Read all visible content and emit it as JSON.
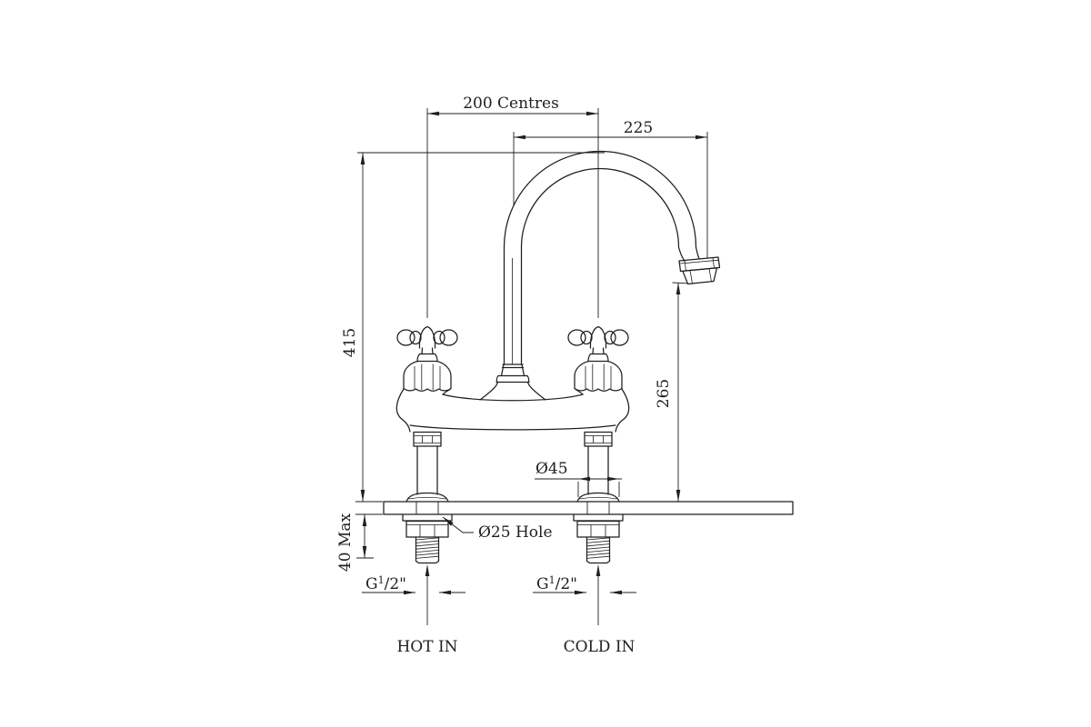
{
  "drawing": {
    "colors": {
      "line": "#1f1f1f",
      "background": "#ffffff"
    },
    "dimensions": {
      "centres": "200 Centres",
      "reach": "225",
      "overall_height": "415",
      "outlet_height": "265",
      "flange_diameter": "Ø45",
      "hole_note": "Ø25 Hole",
      "deck_max": "40 Max",
      "thread": {
        "g": "G",
        "sup": "1",
        "rest": "/2\""
      }
    },
    "inlets": {
      "hot": "HOT IN",
      "cold": "COLD IN"
    }
  }
}
